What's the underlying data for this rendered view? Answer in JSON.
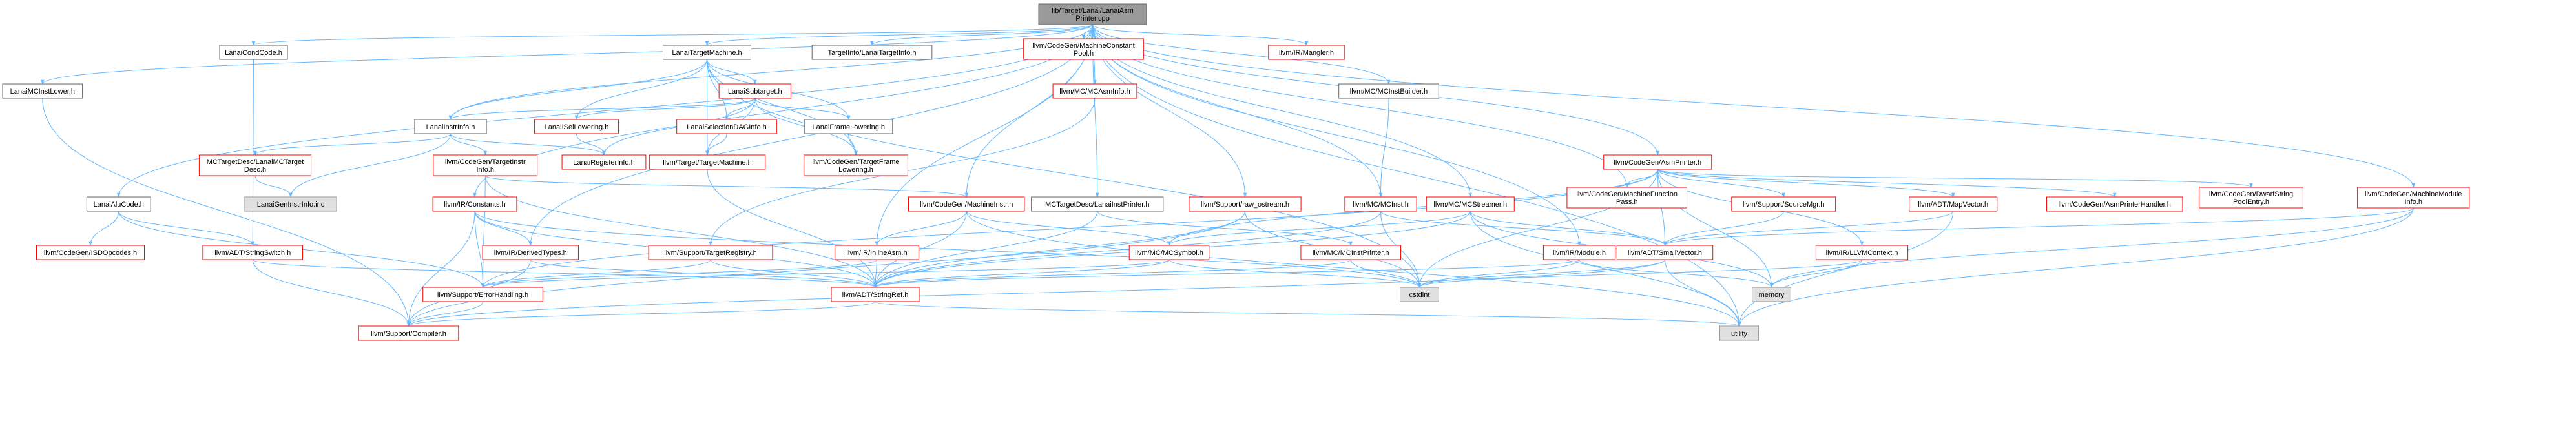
{
  "colors": {
    "edge": "#63b8ff",
    "box_default_stroke": "#666666",
    "box_red_stroke": "#ff0000",
    "box_root_fill": "#999999",
    "box_gray_fill": "#e0e0e0",
    "box_fill": "#ffffff"
  },
  "nodes": [
    {
      "id": "root",
      "style": "root",
      "lines": [
        "lib/Target/Lanai/LanaiAsm",
        "Printer.cpp"
      ]
    },
    {
      "id": "lanaicondcode",
      "style": "default",
      "lines": [
        "LanaiCondCode.h"
      ]
    },
    {
      "id": "lanaimcinstlower",
      "style": "default",
      "lines": [
        "LanaiMCInstLower.h"
      ]
    },
    {
      "id": "lanaitargetmachine",
      "style": "default",
      "lines": [
        "LanaiTargetMachine.h"
      ]
    },
    {
      "id": "targetinfo",
      "style": "default",
      "lines": [
        "TargetInfo/LanaiTargetInfo.h"
      ]
    },
    {
      "id": "machineconstantpool",
      "style": "red",
      "lines": [
        "llvm/CodeGen/MachineConstant",
        "Pool.h"
      ]
    },
    {
      "id": "mangler",
      "style": "red",
      "lines": [
        "llvm/IR/Mangler.h"
      ]
    },
    {
      "id": "lanaisubtarget",
      "style": "red",
      "lines": [
        "LanaiSubtarget.h"
      ]
    },
    {
      "id": "mcasminfo",
      "style": "red",
      "lines": [
        "llvm/MC/MCAsmInfo.h"
      ]
    },
    {
      "id": "mcinstbuilder",
      "style": "default",
      "lines": [
        "llvm/MC/MCInstBuilder.h"
      ]
    },
    {
      "id": "lanaiinstrinfo",
      "style": "default",
      "lines": [
        "LanaiInstrInfo.h"
      ]
    },
    {
      "id": "lanaiisellowering",
      "style": "red",
      "lines": [
        "LanaiISelLowering.h"
      ]
    },
    {
      "id": "lanaiseldaginfo",
      "style": "red",
      "lines": [
        "LanaiSelectionDAGInfo.h"
      ]
    },
    {
      "id": "lanaiframelowering",
      "style": "default",
      "lines": [
        "LanaiFrameLowering.h"
      ]
    },
    {
      "id": "mctargetdesc",
      "style": "red",
      "lines": [
        "MCTargetDesc/LanaiMCTarget",
        "Desc.h"
      ]
    },
    {
      "id": "codegentargetinstrinfo",
      "style": "red",
      "lines": [
        "llvm/CodeGen/TargetInstr",
        "Info.h"
      ]
    },
    {
      "id": "lanairegisterinfo",
      "style": "red",
      "lines": [
        "LanaiRegisterInfo.h"
      ]
    },
    {
      "id": "targetmachine",
      "style": "red",
      "lines": [
        "llvm/Target/TargetMachine.h"
      ]
    },
    {
      "id": "targetframelowering",
      "style": "red",
      "lines": [
        "llvm/CodeGen/TargetFrame",
        "Lowering.h"
      ]
    },
    {
      "id": "asmprinter",
      "style": "red",
      "lines": [
        "llvm/CodeGen/AsmPrinter.h"
      ]
    },
    {
      "id": "lanaigeninstrinfo",
      "style": "gray",
      "lines": [
        "LanaiGenInstrInfo.inc"
      ]
    },
    {
      "id": "lanaialucode",
      "style": "default",
      "lines": [
        "LanaiAluCode.h"
      ]
    },
    {
      "id": "irconstants",
      "style": "red",
      "lines": [
        "llvm/IR/Constants.h"
      ]
    },
    {
      "id": "machineinstr",
      "style": "red",
      "lines": [
        "llvm/CodeGen/MachineInstr.h"
      ]
    },
    {
      "id": "lanaiinstprinter",
      "style": "default",
      "lines": [
        "MCTargetDesc/LanaiInstPrinter.h"
      ]
    },
    {
      "id": "rawostream",
      "style": "red",
      "lines": [
        "llvm/Support/raw_ostream.h"
      ]
    },
    {
      "id": "mcinst",
      "style": "red",
      "lines": [
        "llvm/MC/MCInst.h"
      ]
    },
    {
      "id": "mcstreamer",
      "style": "red",
      "lines": [
        "llvm/MC/MCStreamer.h"
      ]
    },
    {
      "id": "machinefunctionpass",
      "style": "red",
      "lines": [
        "llvm/CodeGen/MachineFunction",
        "Pass.h"
      ]
    },
    {
      "id": "sourcemgr",
      "style": "red",
      "lines": [
        "llvm/Support/SourceMgr.h"
      ]
    },
    {
      "id": "mapvector",
      "style": "red",
      "lines": [
        "llvm/ADT/MapVector.h"
      ]
    },
    {
      "id": "asmprinterhandler",
      "style": "red",
      "lines": [
        "llvm/CodeGen/AsmPrinterHandler.h"
      ]
    },
    {
      "id": "dwarfstringpoolentry",
      "style": "red",
      "lines": [
        "llvm/CodeGen/DwarfString",
        "PoolEntry.h"
      ]
    },
    {
      "id": "machinemoduleinfo",
      "style": "red",
      "lines": [
        "llvm/CodeGen/MachineModule",
        "Info.h"
      ]
    },
    {
      "id": "codegenisdopcodes",
      "style": "red",
      "lines": [
        "llvm/CodeGen/ISDOpcodes.h"
      ]
    },
    {
      "id": "stringswitch",
      "style": "red",
      "lines": [
        "llvm/ADT/StringSwitch.h"
      ]
    },
    {
      "id": "derivedtypes",
      "style": "red",
      "lines": [
        "llvm/IR/DerivedTypes.h"
      ]
    },
    {
      "id": "targetregistry",
      "style": "red",
      "lines": [
        "llvm/Support/TargetRegistry.h"
      ]
    },
    {
      "id": "inlineasm",
      "style": "red",
      "lines": [
        "llvm/IR/InlineAsm.h"
      ]
    },
    {
      "id": "mcsymbol",
      "style": "red",
      "lines": [
        "llvm/MC/MCSymbol.h"
      ]
    },
    {
      "id": "mcinstprinter",
      "style": "red",
      "lines": [
        "llvm/MC/MCInstPrinter.h"
      ]
    },
    {
      "id": "irmodule",
      "style": "red",
      "lines": [
        "llvm/IR/Module.h"
      ]
    },
    {
      "id": "smallvector",
      "style": "red",
      "lines": [
        "llvm/ADT/SmallVector.h"
      ]
    },
    {
      "id": "llvmcontext",
      "style": "red",
      "lines": [
        "llvm/IR/LLVMContext.h"
      ]
    },
    {
      "id": "errorhandling",
      "style": "red",
      "lines": [
        "llvm/Support/ErrorHandling.h"
      ]
    },
    {
      "id": "stringref",
      "style": "red",
      "lines": [
        "llvm/ADT/StringRef.h"
      ]
    },
    {
      "id": "cstdint",
      "style": "gray",
      "lines": [
        "cstdint"
      ]
    },
    {
      "id": "memory",
      "style": "gray",
      "lines": [
        "memory"
      ]
    },
    {
      "id": "compiler",
      "style": "red",
      "lines": [
        "llvm/Support/Compiler.h"
      ]
    },
    {
      "id": "utility",
      "style": "gray",
      "lines": [
        "utility"
      ]
    }
  ],
  "edges": [
    [
      "root",
      "lanaicondcode"
    ],
    [
      "root",
      "lanaimcinstlower"
    ],
    [
      "root",
      "lanaitargetmachine"
    ],
    [
      "root",
      "targetinfo"
    ],
    [
      "root",
      "machineconstantpool"
    ],
    [
      "root",
      "mangler"
    ],
    [
      "root",
      "mcasminfo"
    ],
    [
      "root",
      "mcinstbuilder"
    ],
    [
      "root",
      "lanaiinstrinfo"
    ],
    [
      "root",
      "asmprinter"
    ],
    [
      "root",
      "lanaialucode"
    ],
    [
      "root",
      "irconstants"
    ],
    [
      "root",
      "machineinstr"
    ],
    [
      "root",
      "lanaiinstprinter"
    ],
    [
      "root",
      "rawostream"
    ],
    [
      "root",
      "mcinst"
    ],
    [
      "root",
      "mcstreamer"
    ],
    [
      "root",
      "machinefunctionpass"
    ],
    [
      "root",
      "machinemoduleinfo"
    ],
    [
      "root",
      "derivedtypes"
    ],
    [
      "root",
      "inlineasm"
    ],
    [
      "root",
      "irmodule"
    ],
    [
      "root",
      "utility"
    ],
    [
      "lanaimcinstlower",
      "compiler"
    ],
    [
      "lanaicondcode",
      "stringswitch"
    ],
    [
      "lanaitargetmachine",
      "lanaiinstrinfo"
    ],
    [
      "lanaitargetmachine",
      "lanaisubtarget"
    ],
    [
      "lanaitargetmachine",
      "lanaiisellowering"
    ],
    [
      "lanaitargetmachine",
      "lanaiseldaginfo"
    ],
    [
      "lanaitargetmachine",
      "lanaiframelowering"
    ],
    [
      "lanaitargetmachine",
      "targetmachine"
    ],
    [
      "lanaitargetmachine",
      "targetframelowering"
    ],
    [
      "lanaitargetmachine",
      "cstdint"
    ],
    [
      "lanaisubtarget",
      "lanaiinstrinfo"
    ],
    [
      "lanaisubtarget",
      "lanaiisellowering"
    ],
    [
      "lanaisubtarget",
      "lanaiseldaginfo"
    ],
    [
      "lanaisubtarget",
      "lanaiframelowering"
    ],
    [
      "lanaisubtarget",
      "lanairegisterinfo"
    ],
    [
      "lanaisubtarget",
      "targetmachine"
    ],
    [
      "lanaisubtarget",
      "targetframelowering"
    ],
    [
      "lanaiinstrinfo",
      "mctargetdesc"
    ],
    [
      "lanaiinstrinfo",
      "codegentargetinstrinfo"
    ],
    [
      "lanaiinstrinfo",
      "lanairegisterinfo"
    ],
    [
      "lanaiinstrinfo",
      "lanaigeninstrinfo"
    ],
    [
      "lanaiisellowering",
      "lanairegisterinfo"
    ],
    [
      "lanaiseldaginfo",
      "targetmachine"
    ],
    [
      "lanaiframelowering",
      "targetframelowering"
    ],
    [
      "mctargetdesc",
      "lanaigeninstrinfo"
    ],
    [
      "codegentargetinstrinfo",
      "machineinstr"
    ],
    [
      "codegentargetinstrinfo",
      "stringref"
    ],
    [
      "codegentargetinstrinfo",
      "errorhandling"
    ],
    [
      "targetmachine",
      "stringref"
    ],
    [
      "mcasminfo",
      "targetregistry"
    ],
    [
      "mcinstbuilder",
      "mcinst"
    ],
    [
      "lanaialucode",
      "codegenisdopcodes"
    ],
    [
      "lanaialucode",
      "stringswitch"
    ],
    [
      "lanaialucode",
      "errorhandling"
    ],
    [
      "irconstants",
      "derivedtypes"
    ],
    [
      "irconstants",
      "stringref"
    ],
    [
      "irconstants",
      "errorhandling"
    ],
    [
      "irconstants",
      "compiler"
    ],
    [
      "irconstants",
      "cstdint"
    ],
    [
      "derivedtypes",
      "stringref"
    ],
    [
      "derivedtypes",
      "compiler"
    ],
    [
      "machineinstr",
      "inlineasm"
    ],
    [
      "machineinstr",
      "mcsymbol"
    ],
    [
      "machineinstr",
      "stringref"
    ],
    [
      "machineinstr",
      "utility"
    ],
    [
      "lanaiinstprinter",
      "mcinstprinter"
    ],
    [
      "lanaiinstprinter",
      "stringref"
    ],
    [
      "rawostream",
      "stringref"
    ],
    [
      "rawostream",
      "compiler"
    ],
    [
      "rawostream",
      "cstdint"
    ],
    [
      "mcinst",
      "smallvector"
    ],
    [
      "mcinst",
      "stringref"
    ],
    [
      "mcinst",
      "cstdint"
    ],
    [
      "mcstreamer",
      "mcsymbol"
    ],
    [
      "mcstreamer",
      "smallvector"
    ],
    [
      "mcstreamer",
      "stringref"
    ],
    [
      "mcstreamer",
      "memory"
    ],
    [
      "mcstreamer",
      "utility"
    ],
    [
      "asmprinter",
      "machinefunctionpass"
    ],
    [
      "asmprinter",
      "sourcemgr"
    ],
    [
      "asmprinter",
      "mapvector"
    ],
    [
      "asmprinter",
      "asmprinterhandler"
    ],
    [
      "asmprinter",
      "dwarfstringpoolentry"
    ],
    [
      "asmprinter",
      "smallvector"
    ],
    [
      "asmprinter",
      "llvmcontext"
    ],
    [
      "asmprinter",
      "mcsymbol"
    ],
    [
      "asmprinter",
      "errorhandling"
    ],
    [
      "asmprinter",
      "memory"
    ],
    [
      "asmprinter",
      "cstdint"
    ],
    [
      "sourcemgr",
      "smallvector"
    ],
    [
      "mapvector",
      "smallvector"
    ],
    [
      "mapvector",
      "utility"
    ],
    [
      "machinemoduleinfo",
      "memory"
    ],
    [
      "machinemoduleinfo",
      "utility"
    ],
    [
      "machinemoduleinfo",
      "smallvector"
    ],
    [
      "stringswitch",
      "stringref"
    ],
    [
      "stringswitch",
      "compiler"
    ],
    [
      "targetregistry",
      "stringref"
    ],
    [
      "targetregistry",
      "errorhandling"
    ],
    [
      "inlineasm",
      "stringref"
    ],
    [
      "inlineasm",
      "errorhandling"
    ],
    [
      "mcsymbol",
      "stringref"
    ],
    [
      "mcsymbol",
      "errorhandling"
    ],
    [
      "mcsymbol",
      "cstdint"
    ],
    [
      "mcinstprinter",
      "stringref"
    ],
    [
      "mcinstprinter",
      "cstdint"
    ],
    [
      "irmodule",
      "stringref"
    ],
    [
      "irmodule",
      "cstdint"
    ],
    [
      "irmodule",
      "memory"
    ],
    [
      "smallvector",
      "compiler"
    ],
    [
      "smallvector",
      "cstdint"
    ],
    [
      "smallvector",
      "utility"
    ],
    [
      "llvmcontext",
      "memory"
    ],
    [
      "llvmcontext",
      "cstdint"
    ],
    [
      "errorhandling",
      "compiler"
    ],
    [
      "stringref",
      "compiler"
    ],
    [
      "stringref",
      "utility"
    ]
  ]
}
